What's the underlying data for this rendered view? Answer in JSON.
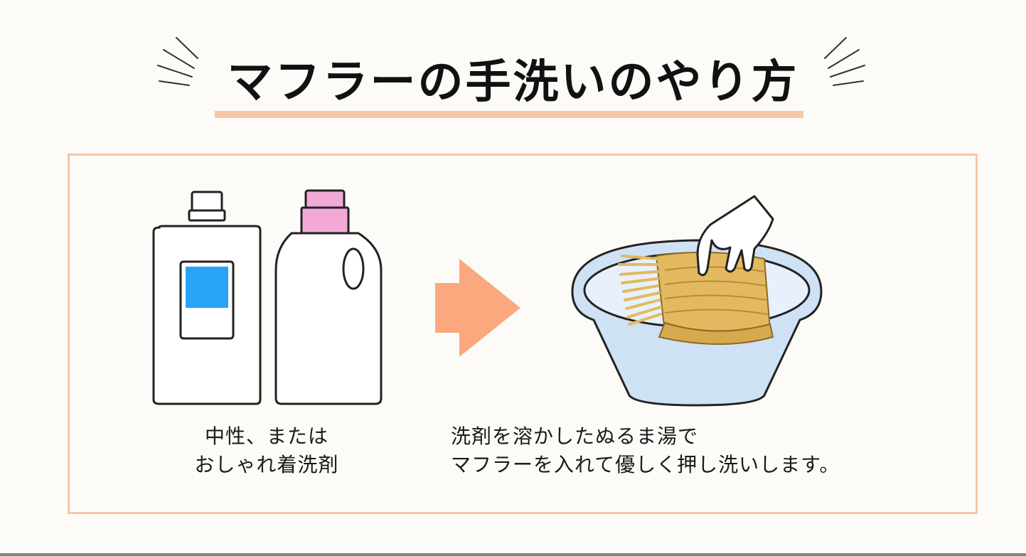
{
  "title": "マフラーの手洗いのやり方",
  "colors": {
    "accent": "#f6c6a6",
    "arrow": "#fba87e",
    "label_blue": "#29a3f5",
    "cap_pink": "#f3a9d6",
    "basin": "#cfe1f5",
    "scarf": "#e3b95f"
  },
  "steps": [
    {
      "icon": "detergent-bottles-icon",
      "caption_lines": [
        "中性、または",
        "おしゃれ着洗剤"
      ]
    },
    {
      "icon": "hand-washing-scarf-in-basin-icon",
      "caption_lines": [
        "洗剤を溶かしたぬるま湯で",
        "マフラーを入れて優しく押し洗いします。"
      ]
    }
  ],
  "arrow_icon": "right-arrow-icon"
}
